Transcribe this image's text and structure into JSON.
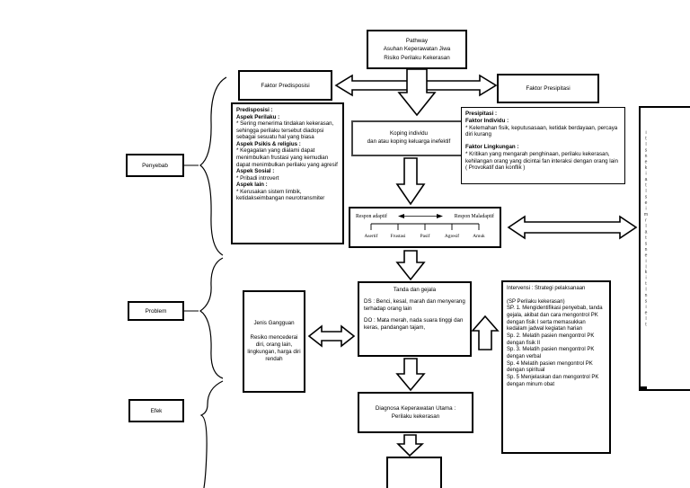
{
  "title_box": {
    "line1": "Pathway",
    "line2": "Asuhan Keperawatan Jiwa",
    "line3": "Risiko Perilaku Kekerasan"
  },
  "side_labels": {
    "penyebab": "Penyebab",
    "problem": "Problem",
    "efek": "Efek"
  },
  "faktor_predisposisi_label": "Faktor Predisposisi",
  "faktor_presipitasi_label": "Faktor Presipitasi",
  "koping_box": {
    "line1": "Koping individu",
    "line2": "dan atau koping keluarga inefektif"
  },
  "predisposisi_detail": {
    "h0": "Predisposisi :",
    "h1": "Aspek Perilaku  :",
    "p1": "* Sering menerima tindakan kekerasan, sehingga perilaku tersebut diadopsi sebagai sesuatu hal yang biasa",
    "h2": "Aspek Psikis  & religius :",
    "p2": "* Kegagalan yang dialami dapat menimbulkan frustasi yang kemudian dapat menimbulkan perilaku yang agresif",
    "h3": "Aspek Sosial :",
    "p3": "* Pribadi introvert",
    "h4": "Aspek lain :",
    "p4": "* Kerusakan sistem limbik, ketidakseimbangan neurotransmiter"
  },
  "presipitasi_detail": {
    "h0": "Presipitasi :",
    "h1": "Faktor Individu :",
    "p1": "* Kelemahan fisik, keputusasaan, ketidak berdayaan, percaya diri kurang",
    "h2": "Faktor Lingkungan :",
    "p2": "* Kritikan yang mengarah penghinaan, perilaku kekerasan, kehilangan orang yang dicintai fan interaksi dengan orang lain ( Provokatif dan konflik )"
  },
  "respon_scale": {
    "left": "Respon adaptif",
    "right": "Respon Maladaptif",
    "ticks": [
      "Asertif",
      "Frustasi",
      "Pasif",
      "Agresif",
      "Amuk"
    ]
  },
  "tanda_gejala": {
    "title": "Tanda dan gejala",
    "ds": "DS : Benci, kesal,  marah dan menyerang terhadap orang lain",
    "do": "DO : Mata merah, nada suara tinggi dan keras, pandangan tajam,"
  },
  "jenis_gangguan": {
    "title": "Jenis Gangguan",
    "body": "Resiko mencederai diri, orang lain, lingkungan, harga diri rendah"
  },
  "diagnosa_utama": {
    "line1": "Diagnosa Keperawatan Utama :",
    "line2": "Perilaku kekerasan"
  },
  "intervensi": {
    "title": "Intervensi : Strategi pelaksanaan",
    "sp_header": "(SP Perilaku kekerasan)",
    "items": [
      "SP. 1. Mengidentifikasi penyebab, tanda gejala, akibat dan cara mengontrol PK dengan fisik I serta memasukkan kedalam jadwal kegiatan harian",
      "Sp. 2. Melatih pasien mengontrol PK dengan fisik II",
      "Sp. 3. Melatih pasien mengontrol PK dengan verbal",
      "Sp. 4 Melatih pasien mengontrol PK dengan spiritual",
      "Sp. 5 Menjelaskan dan mengontrol PK dengan minum obat"
    ]
  },
  "right_panel": {
    "illegible_vertical_text_col1": "itlsnekiatlseimrlatsneil",
    "illegible_vertical_text_col2": "kitlnsielt"
  },
  "colors": {
    "line": "#000000",
    "background": "#ffffff"
  }
}
